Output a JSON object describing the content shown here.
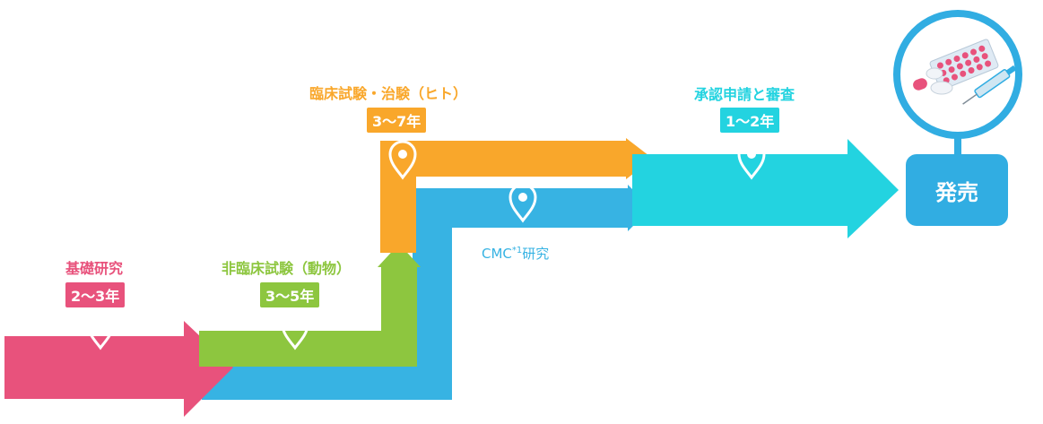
{
  "colors": {
    "basic": "#e8527c",
    "nonclinical": "#8dc63f",
    "clinical": "#f9a72b",
    "approval": "#23d3e0",
    "cmc": "#37b3e3",
    "release": "#31ade2"
  },
  "stages": {
    "basic": {
      "title": "基礎研究",
      "duration": "2～3年"
    },
    "nonclinical": {
      "title": "非臨床試験（動物）",
      "duration": "3～5年"
    },
    "clinical": {
      "title": "臨床試験・治験（ヒト）",
      "duration": "3～7年"
    },
    "approval": {
      "title": "承認申請と審査",
      "duration": "1～2年"
    }
  },
  "cmc": {
    "label": "CMC",
    "sup": "*1",
    "suffix": "研究"
  },
  "release": {
    "label": "発売"
  },
  "icons": [
    "location-pin-icon",
    "medicine-icon"
  ]
}
